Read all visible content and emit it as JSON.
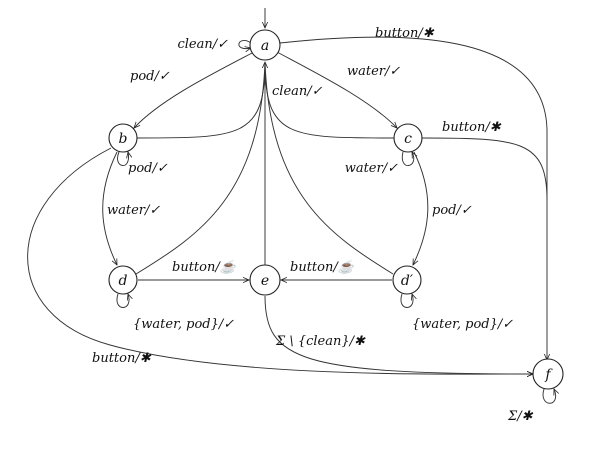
{
  "nodes": {
    "a": "a",
    "b": "b",
    "c": "c",
    "d": "d",
    "d2": "d′",
    "e": "e",
    "f": "f"
  },
  "edges": {
    "a_self": "clean/✓",
    "a_b": "pod/✓",
    "a_c": "water/✓",
    "a_f": "button/✱",
    "to_a": "clean/✓",
    "b_self": "pod/✓",
    "b_d": "water/✓",
    "b_f": "button/✱",
    "c_self": "water/✓",
    "c_d2": "pod/✓",
    "c_f": "button/✱",
    "d_e": "button/☕",
    "d2_e": "button/☕",
    "d_self": "{water, pod}/✓",
    "d2_self": "{water, pod}/✓",
    "e_f": "Σ \\ {clean}/✱",
    "f_self": "Σ/✱"
  }
}
